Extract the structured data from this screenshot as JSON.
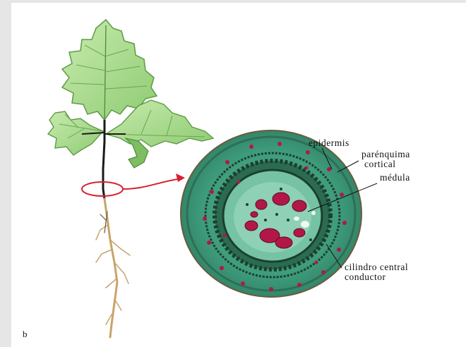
{
  "figure": {
    "panel_label": "b",
    "labels": {
      "epidermis": "epidermis",
      "parenquima_line1": "parénquima",
      "parenquima_line2": "cortical",
      "medula": "médula",
      "cilindro_line1": "cilindro central",
      "cilindro_line2": "conductor"
    },
    "colors": {
      "leaf_fill": "#a9db8f",
      "leaf_edge": "#5e9a45",
      "stem": "#1a1a1a",
      "root": "#c9a36a",
      "highlight_red": "#d8202f",
      "section_green": "#3d9a7a",
      "section_dark": "#1b3f2e",
      "vessel_magenta": "#b3174a"
    }
  }
}
